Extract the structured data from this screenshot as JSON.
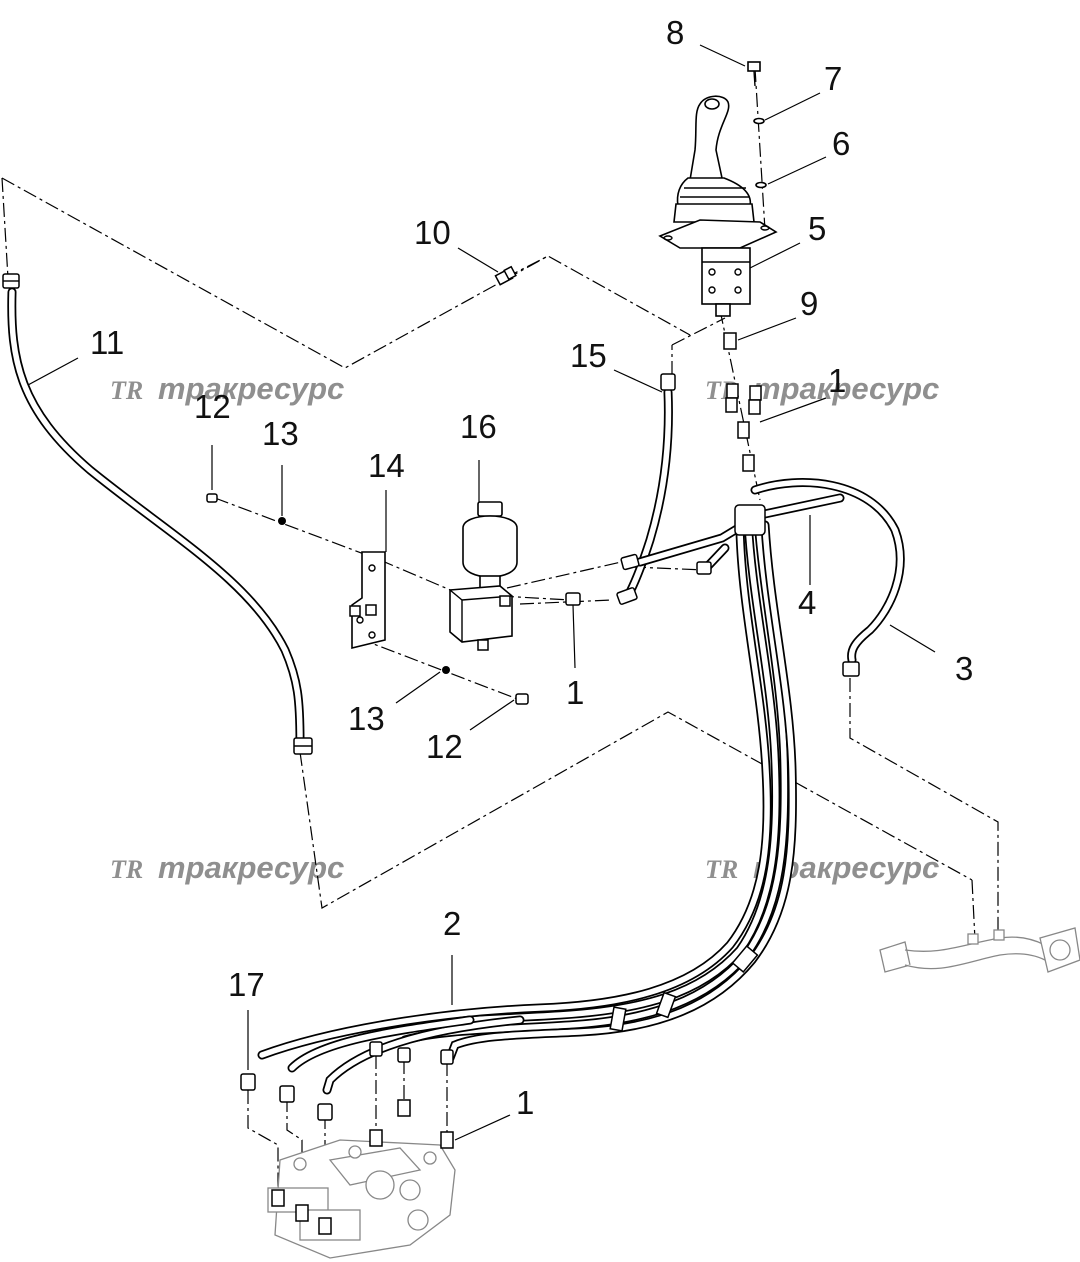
{
  "callouts": [
    "1",
    "2",
    "3",
    "4",
    "5",
    "6",
    "7",
    "8",
    "9",
    "10",
    "11",
    "12",
    "13",
    "14",
    "15",
    "16",
    "17"
  ],
  "watermark": {
    "logo": "ТR",
    "text": "тракресурс"
  }
}
